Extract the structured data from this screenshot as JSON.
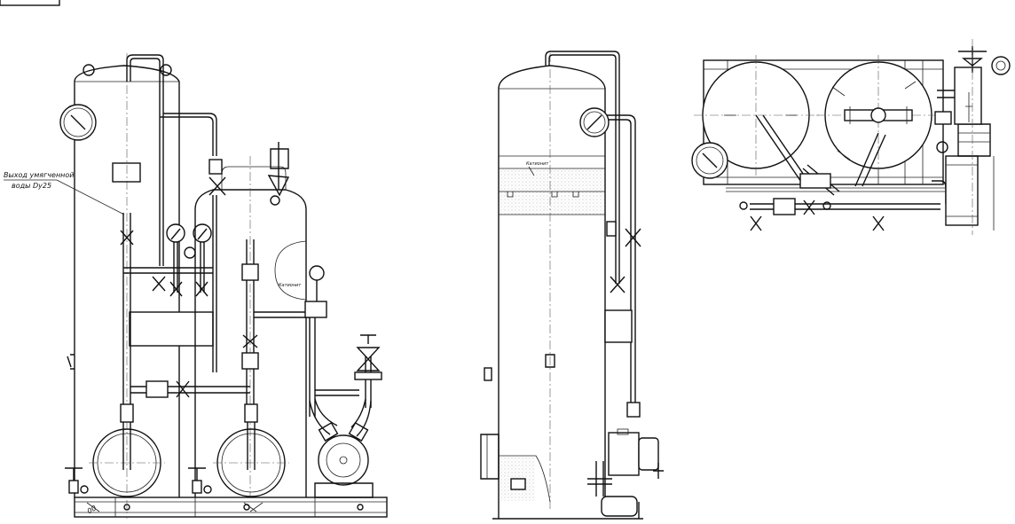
{
  "annotations": {
    "outlet_label_line1": "Выход умягченной",
    "outlet_label_line2": "воды Dy25",
    "tank_label_1": "Катионит",
    "tank_label_2": "Катионит",
    "base_mark": "00"
  }
}
